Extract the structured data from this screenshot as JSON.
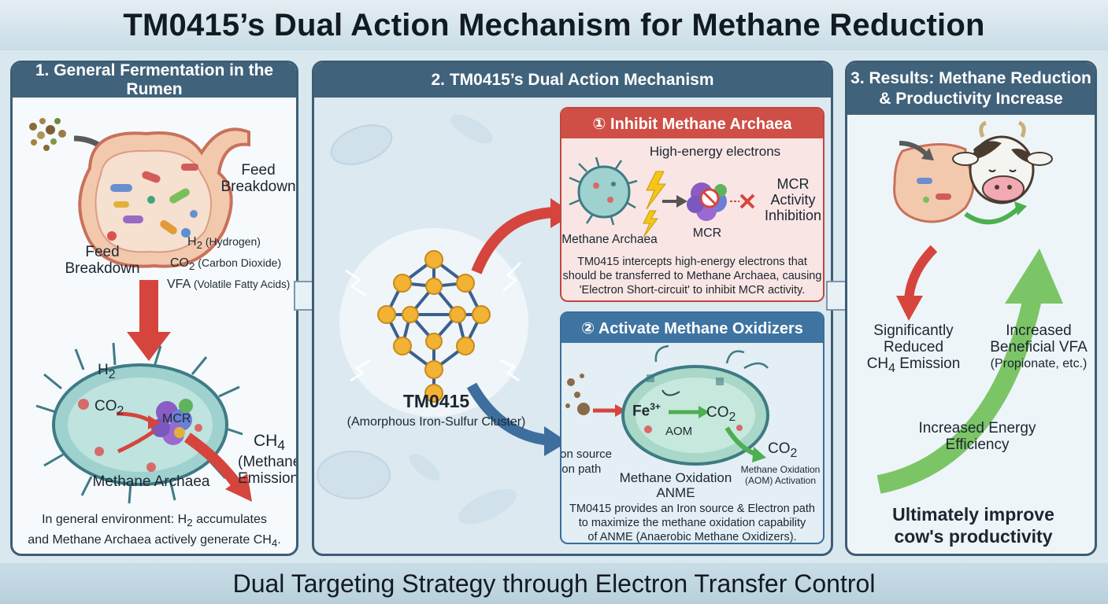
{
  "title": "TM0415’s Dual Action Mechanism for Methane Reduction",
  "footer": "Dual Targeting Strategy through Electron Transfer Control",
  "panel1": {
    "heading": "1. General Fermentation in the Rumen",
    "feed_breakdown_right": [
      "Feed",
      "Breakdown"
    ],
    "feed_breakdown_left": [
      "Feed",
      "Breakdown"
    ],
    "products": {
      "h2": "H",
      "h2_sub": "2",
      "h2_label": " (Hydrogen)",
      "co2": "CO",
      "co2_sub": "2",
      "co2_label": " (Carbon Dioxide)",
      "vfa": "VFA",
      "vfa_label": " (Volatile Fatty Acids)"
    },
    "cell_h2": "H",
    "cell_h2_sub": "2",
    "cell_co2": "CO",
    "cell_co2_sub": "2",
    "cell_mcr": "MCR",
    "ch4": "CH",
    "ch4_sub": "4",
    "methane_emission": [
      "(Methane",
      "Emission)"
    ],
    "archaea_label": "Methane Archaea",
    "note_line1": "In general environment: H",
    "note_line1_sub": "2",
    "note_line1_tail": " accumulates",
    "note_line2": "and Methane Archaea actively generate CH",
    "note_line2_sub": "4",
    "note_line2_tail": "."
  },
  "panel2": {
    "heading": "2. TM0415’s Dual Action Mechanism",
    "cluster_name": "TM0415",
    "cluster_desc": "(Amorphous Iron-Sulfur Cluster)",
    "inhibit": {
      "heading": "① Inhibit Methane Archaea",
      "electrons": "High-energy electrons",
      "archaea": "Methane Archaea",
      "mcr": "MCR",
      "inhibition": [
        "MCR",
        "Activity",
        "Inhibition"
      ],
      "description": [
        "TM0415 intercepts high-energy electrons that",
        "should be transferred to Methane Archaea, causing",
        "'Electron Short-circuit' to inhibit MCR activity."
      ]
    },
    "activate": {
      "heading": "② Activate Methane Oxidizers",
      "fe": "Fe",
      "fe_sup": "3+",
      "co2_inner": "CO",
      "co2_inner_sub": "2",
      "aom": "AOM",
      "co2_out": "CO",
      "co2_out_sub": "2",
      "provide": [
        "Provide Iron source",
        "& Electron path"
      ],
      "oxidation_activation": [
        "Methane Oxidation",
        "(AOM) Activation"
      ],
      "anme_title": [
        "Methane Oxidation",
        "ANME"
      ],
      "description": [
        "TM0415 provides an Iron source & Electron path",
        "to maximize the methane oxidation capability",
        "of ANME (Anaerobic Methane Oxidizers)."
      ]
    }
  },
  "panel3": {
    "heading": [
      "3. Results: Methane Reduction",
      "& Productivity Increase"
    ],
    "reduced": [
      "Significantly",
      "Reduced"
    ],
    "reduced_ch4": "CH",
    "reduced_ch4_sub": "4",
    "reduced_tail": " Emission",
    "vfa": [
      "Increased",
      "Beneficial VFA",
      "(Propionate, etc.)"
    ],
    "energy": [
      "Increased Energy",
      "Efficiency"
    ],
    "conclusion": [
      "Ultimately improve",
      "cow's productivity"
    ]
  },
  "colors": {
    "panel_header": "#40627a",
    "inhibit_red": "#cf4f47",
    "activate_blue": "#3e74a2",
    "arrow_red": "#d6453d",
    "arrow_green": "#5cb85c",
    "arrow_blue": "#3d6e9e",
    "cluster_gold": "#f2b233"
  }
}
